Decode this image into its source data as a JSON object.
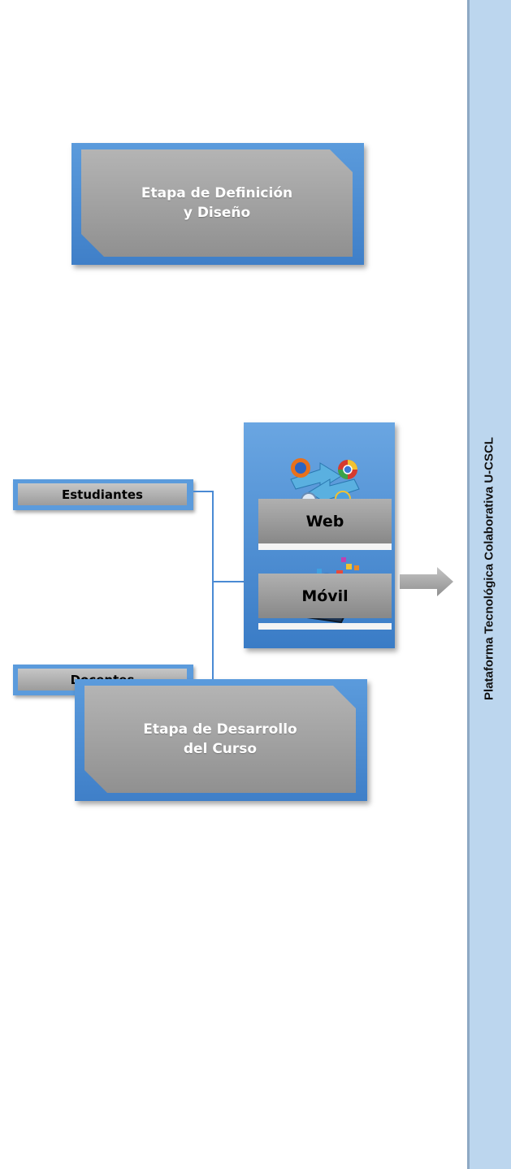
{
  "stage_top": {
    "line1": "Etapa de Definición",
    "line2": "y Diseño"
  },
  "stage_bottom": {
    "line1": "Etapa de Desarrollo",
    "line2": "del Curso"
  },
  "actors": {
    "students": "Estudiantes",
    "teachers": "Docentes"
  },
  "channels": {
    "web": "Web",
    "mobile": "Móvil"
  },
  "sidebar": {
    "label": "Plataforma  Tecnológica  Colaborativa  U-CSCL"
  },
  "icons": {
    "web": "browser-logos-icon",
    "mobile": "tablet-apps-icon",
    "arrow": "right-arrow-icon"
  },
  "colors": {
    "blue": "#4a8ad4",
    "gray": "#a0a0a0",
    "sidebar": "#bcd6ee",
    "connector": "#4a8ad4"
  }
}
